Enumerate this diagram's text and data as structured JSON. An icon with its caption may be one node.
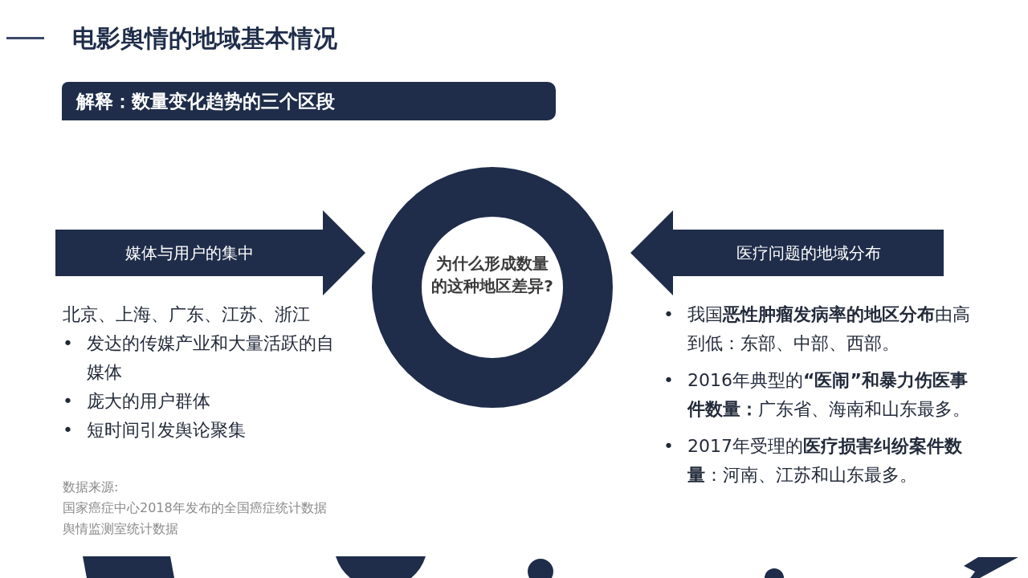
{
  "diagram": {
    "title": "电影舆情的地域基本情况",
    "nodes": [
      {
        "text": [
          "解释：数量变化趋势的三个区段"
        ]
      },
      {
        "text": [
          "媒体与用户的集中"
        ]
      },
      {
        "text": [
          "为什么形成数量的这种地区差异?"
        ]
      },
      {
        "text": [
          "医疗问题的地域分布"
        ]
      }
    ],
    "edges": [],
    "labels": [
      "北京、上海、广东、江苏、浙江",
      "•",
      "发达的传媒产业和大量活跃的自媒体",
      "•",
      "庞大的用户群体",
      "•",
      "短时间引发舆论聚集",
      "•",
      "我国**恶性肿瘤发病率的地区分布**由高到低：东部、中部、西部。",
      "•",
      "2016年典型的**“医闹”和暴力伤医事件数量：**广东省、海南和山东最多。",
      "•",
      "2017年受理的**医疗损害纠纷案件数量**：河南、江苏和山东最多。",
      "数据来源:",
      "国家癌症中心2018年发布的全国癌症统计数据",
      "舆情监测室统计数据"
    ]
  }
}
